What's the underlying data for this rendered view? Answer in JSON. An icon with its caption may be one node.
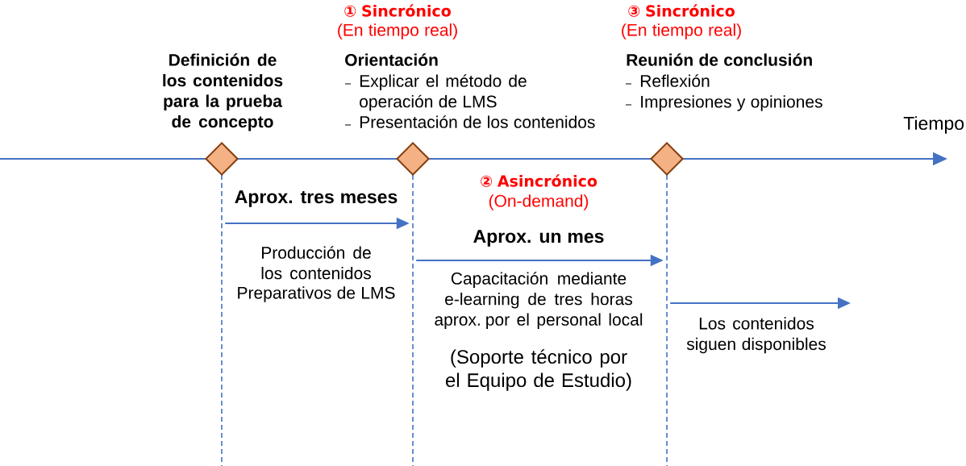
{
  "diagram": {
    "nodes": [
      {
        "text": [],
        "shape": "diamond",
        "beside": [
          "Definición de los contenidos para la prueba de concepto"
        ]
      },
      {
        "text": [],
        "shape": "diamond",
        "beside": [
          "① Sincrónico",
          "(En tiempo real)",
          "Orientación",
          "Explicar el método de operación de LMS",
          "Presentación de los contenidos"
        ]
      },
      {
        "text": [],
        "shape": "diamond",
        "beside": [
          "③ Sincrónico",
          "(En tiempo real)",
          "Reunión de conclusión",
          "Reflexión",
          "Impresiones y opiniones"
        ]
      },
      {
        "text": [],
        "shape": "line"
      },
      {
        "text": [],
        "shape": "line"
      },
      {
        "text": [],
        "shape": "line"
      }
    ],
    "edges": [
      {
        "from": 3,
        "to": 4,
        "arrow": "to",
        "label": "Aprox. tres meses"
      },
      {
        "from": 4,
        "to": 5,
        "arrow": "to",
        "label": "Aprox. un mes"
      },
      {
        "from": 5,
        "to": null,
        "arrow": "to"
      }
    ],
    "labels": [
      "Tiempo",
      "② Asincrónico",
      "(On-demand)",
      "Producción de los contenidos",
      "Preparativos de LMS",
      "Capacitación mediante e-learning de tres horas aprox. por el personal local",
      "(Soporte técnico por el Equipo de Estudio)",
      "Los contenidos siguen disponibles"
    ]
  }
}
